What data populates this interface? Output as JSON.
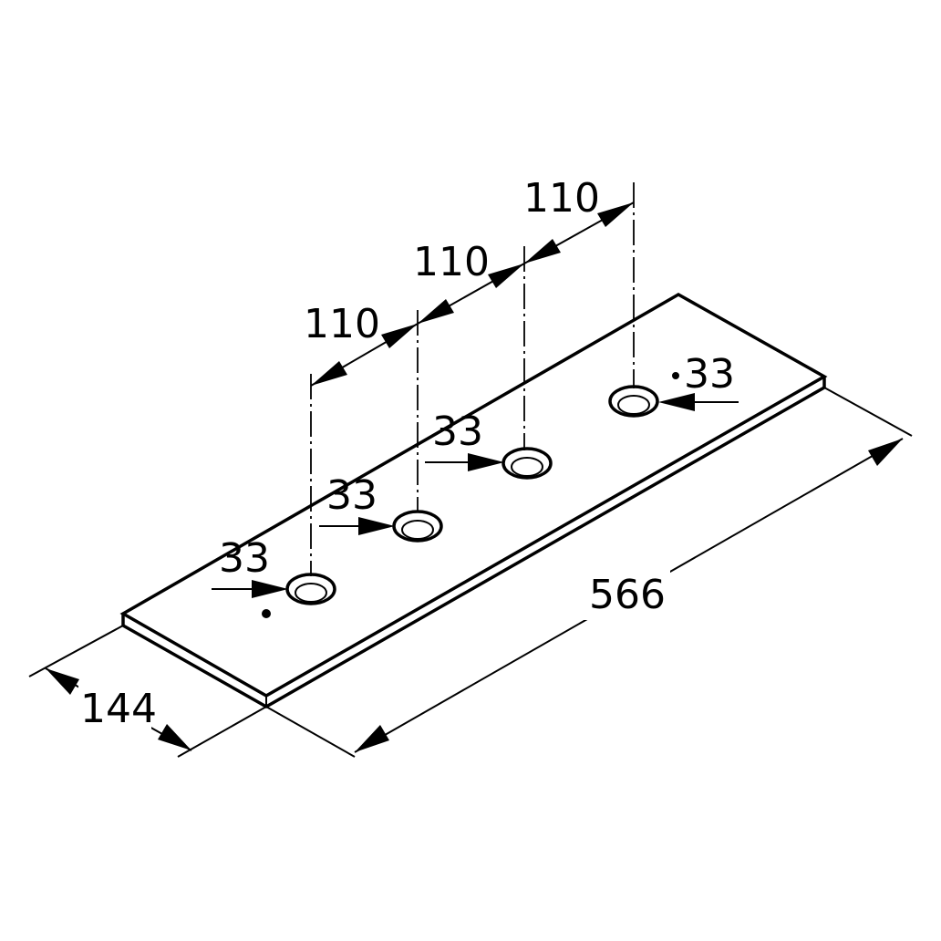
{
  "drawing": {
    "plate": {
      "length_label": "566",
      "width_label": "144"
    },
    "hole_spacing_labels": [
      "110",
      "110",
      "110"
    ],
    "hole_diameter_labels": [
      "33",
      "33",
      "33",
      "33"
    ]
  }
}
